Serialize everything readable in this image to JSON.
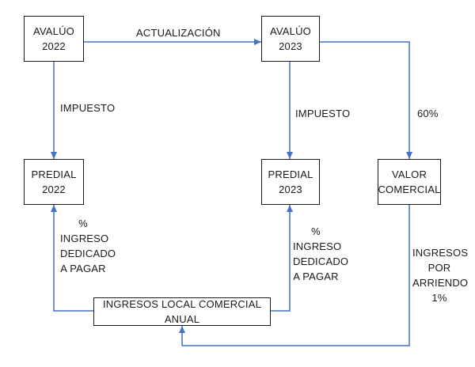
{
  "nodes": {
    "avaluo_2022": {
      "line1": "AVALÚO",
      "line2": "2022"
    },
    "avaluo_2023": {
      "line1": "AVALÚO",
      "line2": "2023"
    },
    "predial_2022": {
      "line1": "PREDIAL",
      "line2": "2022"
    },
    "predial_2023": {
      "line1": "PREDIAL",
      "line2": "2023"
    },
    "valor_comercial": {
      "line1": "VALOR",
      "line2": "COMERCIAL"
    },
    "ingresos_local": {
      "text": "INGRESOS LOCAL COMERCIAL ANUAL"
    }
  },
  "edges": {
    "actualizacion": "ACTUALIZACIÓN",
    "impuesto_left": "IMPUESTO",
    "impuesto_right": "IMPUESTO",
    "sixty_percent": "60%",
    "ingreso_left": {
      "l1": "%",
      "l2": "INGRESO",
      "l3": "DEDICADO",
      "l4": "A PAGAR"
    },
    "ingreso_right": {
      "l1": "%",
      "l2": "INGRESO",
      "l3": "DEDICADO",
      "l4": "A PAGAR"
    },
    "ingresos_arriendo": {
      "l1": "INGRESOS",
      "l2": "POR",
      "l3": "ARRIENDO",
      "l4": "1%"
    }
  },
  "colors": {
    "connector": "#4472c4",
    "box_border": "#1a1a1a"
  }
}
